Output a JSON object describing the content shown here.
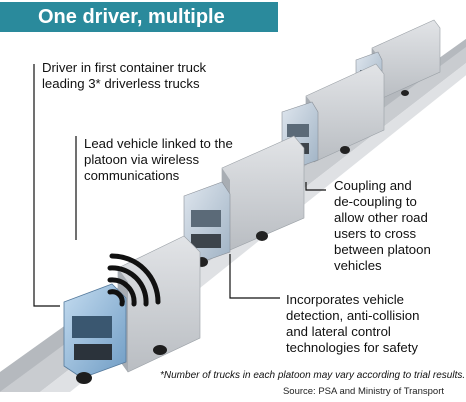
{
  "title": "One driver, multiple trucks",
  "annotations": {
    "driver": [
      "Driver in first container truck",
      "leading 3* driverless trucks"
    ],
    "lead": [
      "Lead vehicle linked to the",
      "platoon via wireless",
      "communications"
    ],
    "coupling": [
      "Coupling and",
      "de-coupling to",
      "allow other road",
      "users to cross",
      "between platoon",
      "vehicles"
    ],
    "safety": [
      "Incorporates vehicle",
      "detection, anti-collision",
      "and lateral control",
      "technologies for safety"
    ]
  },
  "footnote": "*Number of trucks in each platoon may vary according to trial results.",
  "source": "Source: PSA and Ministry of Transport",
  "colors": {
    "title_bg": "#2a8a9c",
    "road": "#c9ccd0",
    "truck_cab": "#8fb4d6",
    "container": "#cfd2d6",
    "signal": "#111111"
  }
}
